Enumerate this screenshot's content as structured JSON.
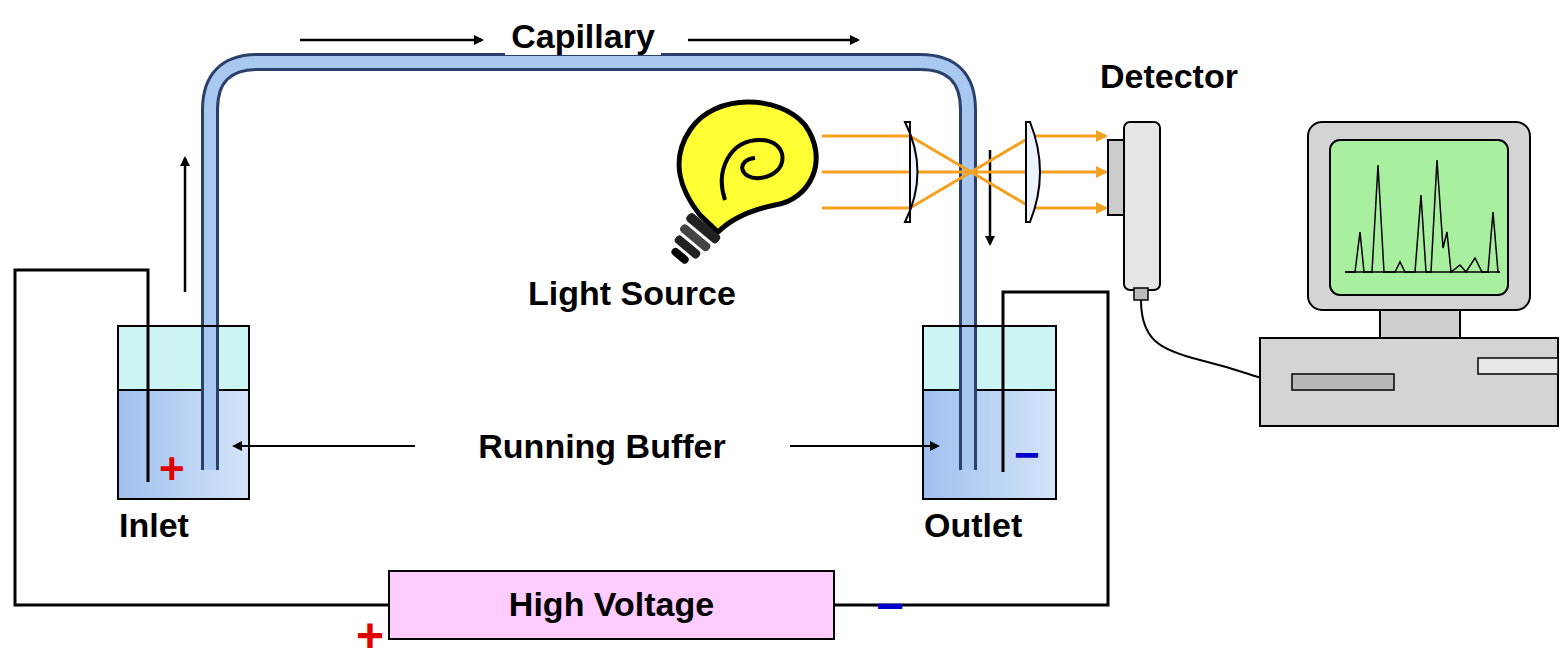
{
  "diagram": {
    "nodes": [
      {
        "text": [
          "+",
          "Inlet"
        ]
      },
      {
        "text": [
          "−",
          "Outlet"
        ]
      },
      {
        "text": [
          "High Voltage"
        ]
      }
    ],
    "edges": [
      {
        "from": 2,
        "to": 0,
        "arrow": "none"
      },
      {
        "from": 2,
        "to": 1,
        "arrow": "none"
      }
    ],
    "labels": [
      "Capillary",
      "Detector",
      "Light Source",
      "Running Buffer",
      "+",
      "−"
    ]
  }
}
